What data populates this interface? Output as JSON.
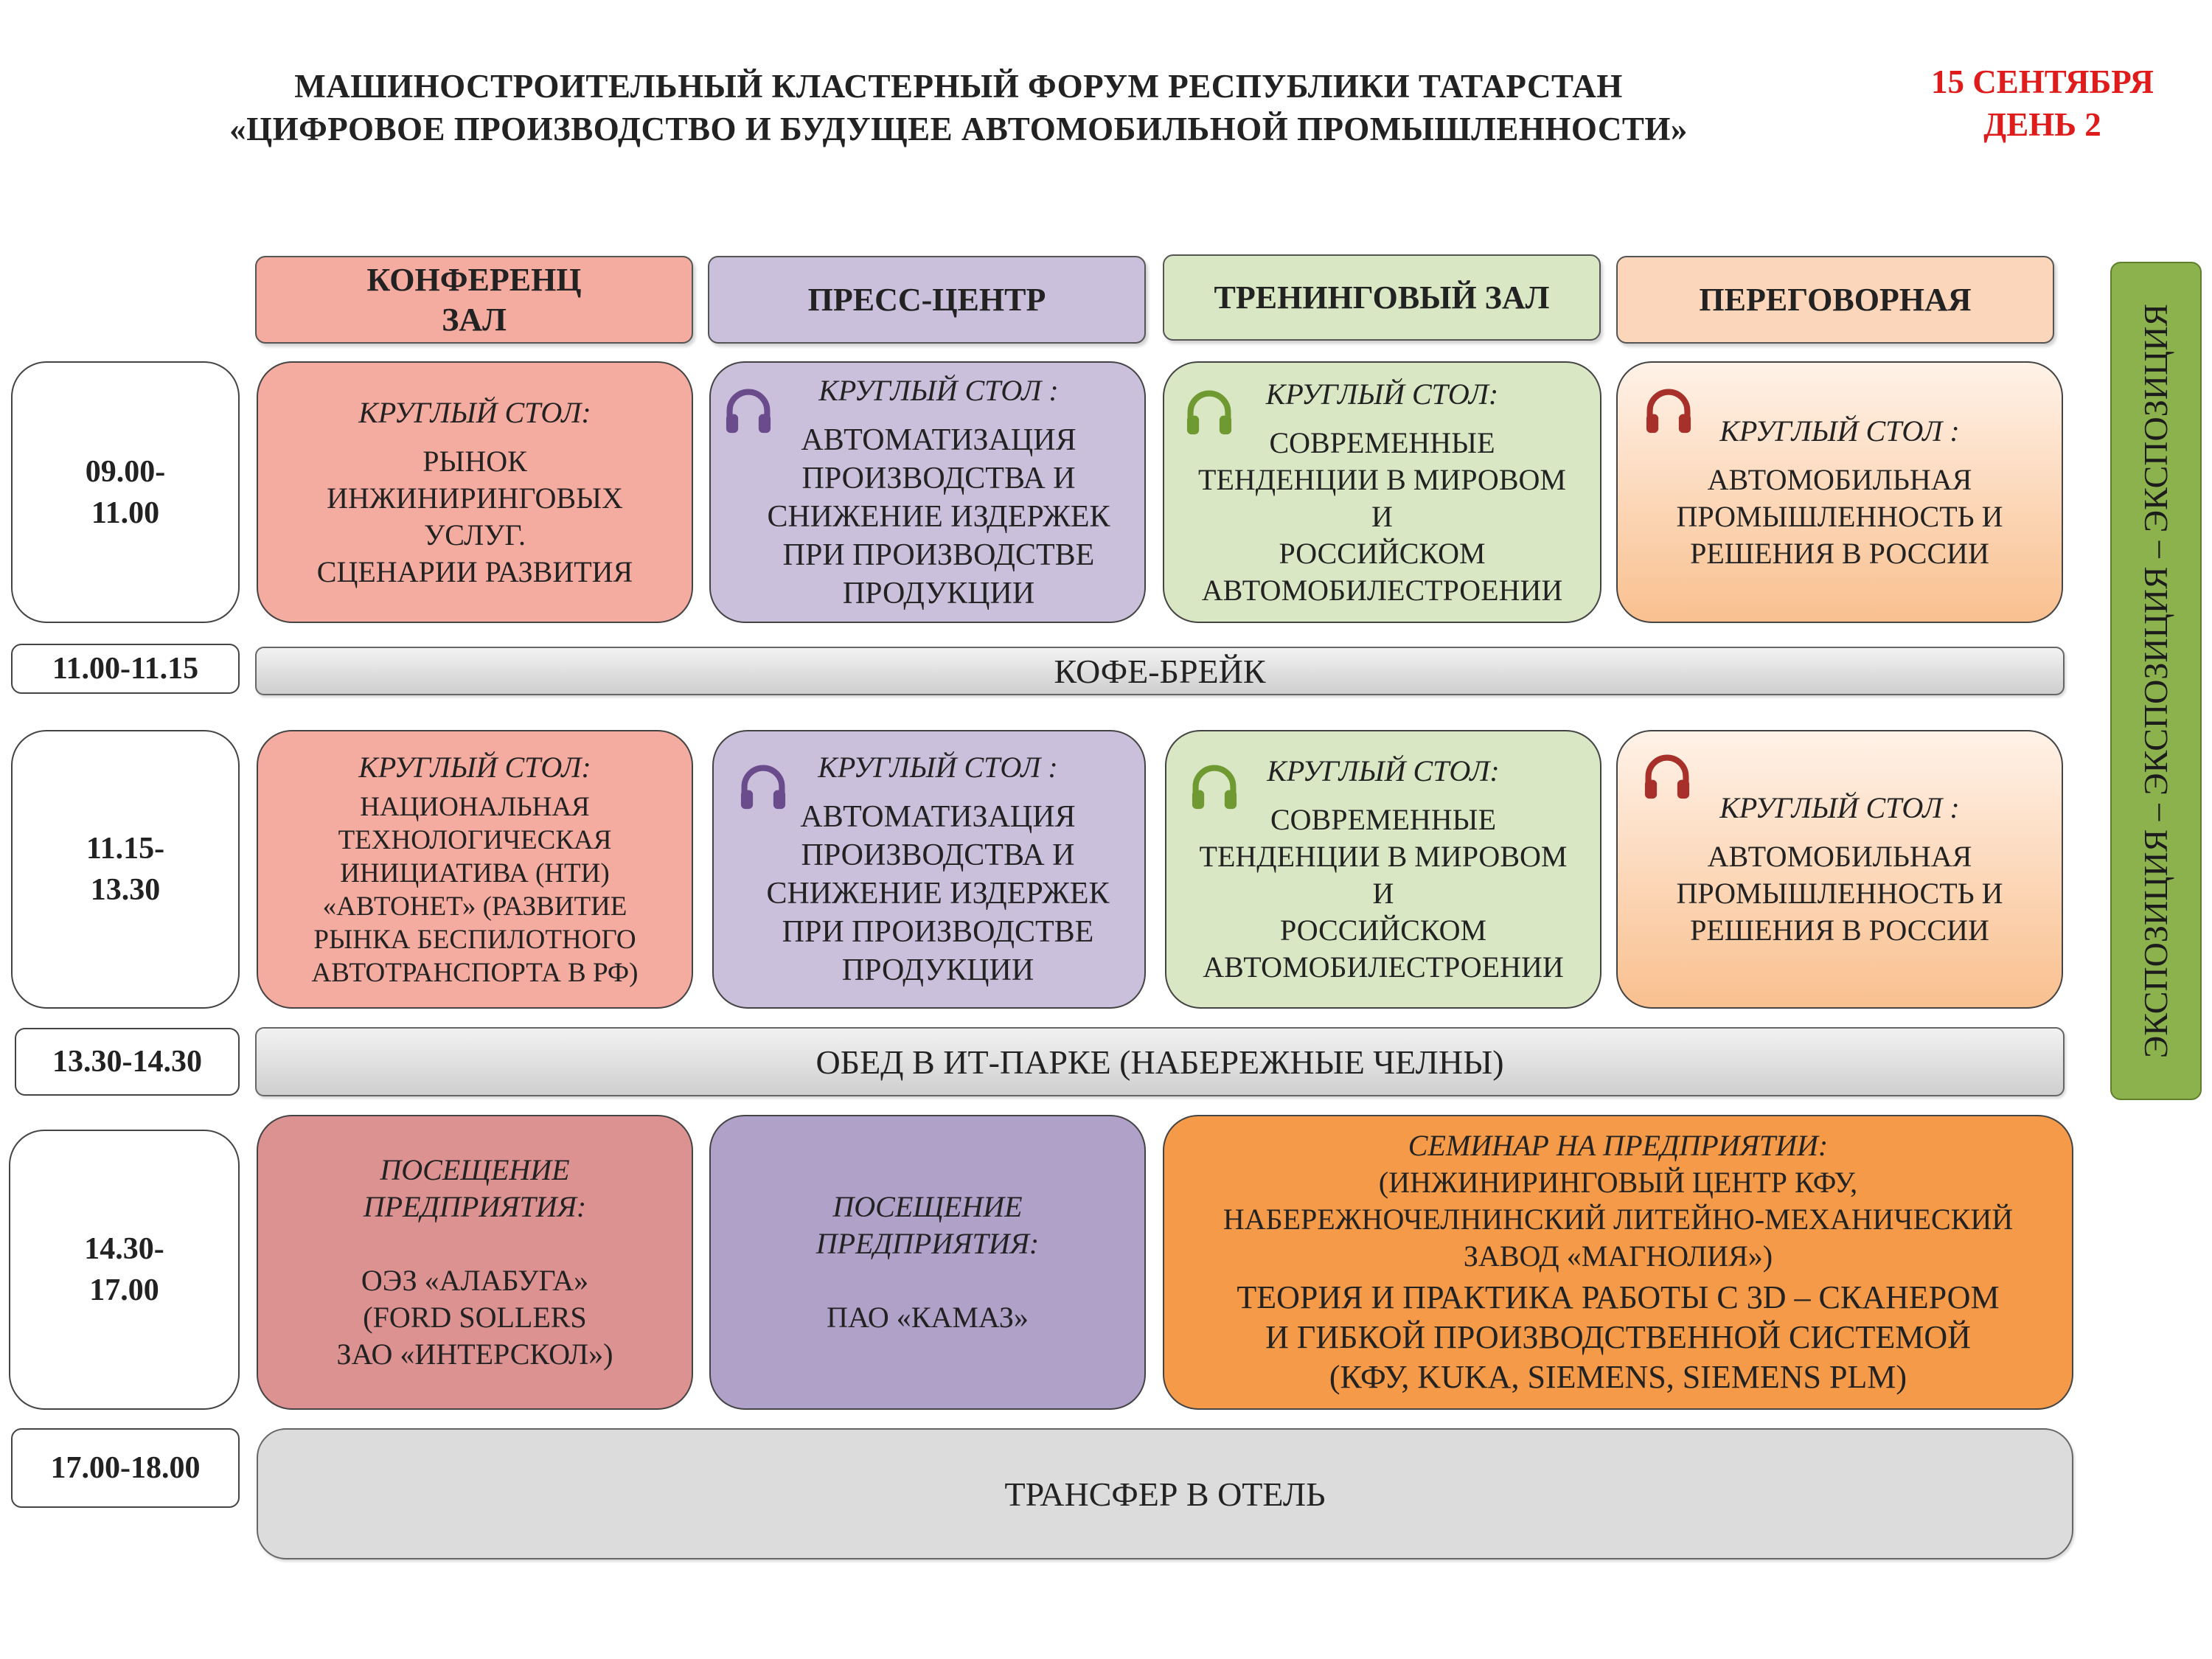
{
  "header": {
    "title_line1": "МАШИНОСТРОИТЕЛЬНЫЙ КЛАСТЕРНЫЙ ФОРУМ РЕСПУБЛИКИ ТАТАРСТАН",
    "title_line2": "«ЦИФРОВОЕ ПРОИЗВОДСТВО И БУДУЩЕЕ АВТОМОБИЛЬНОЙ ПРОМЫШЛЕННОСТИ»",
    "date_line1": "15 СЕНТЯБРЯ",
    "date_line2": "ДЕНЬ 2"
  },
  "halls": [
    {
      "label": "КОНФЕРЕНЦ\nЗАЛ"
    },
    {
      "label": "ПРЕСС-ЦЕНТР"
    },
    {
      "label": "ТРЕНИНГОВЫЙ ЗАЛ"
    },
    {
      "label": "ПЕРЕГОВОРНАЯ"
    }
  ],
  "times": {
    "t1": "09.00-\n11.00",
    "t2": "11.00-11.15",
    "t3": "11.15-\n13.30",
    "t4": "13.30-14.30",
    "t5": "14.30-\n17.00",
    "t6": "17.00-18.00"
  },
  "breaks": {
    "coffee": "КОФЕ-БРЕЙК",
    "lunch": "ОБЕД В ИТ-ПАРКЕ (НАБЕРЕЖНЫЕ ЧЕЛНЫ)",
    "transfer": "ТРАНСФЕР В ОТЕЛЬ"
  },
  "exposition": "ЭКСПОЗИЦИЯ – ЭКСПОЗИЦИЯ – ЭКСПОЗИЦИЯ",
  "session1": {
    "conf": {
      "kind": "КРУГЛЫЙ СТОЛ:",
      "text": "РЫНОК\nИНЖИНИРИНГОВЫХ\nУСЛУГ.\nСЦЕНАРИИ РАЗВИТИЯ"
    },
    "press": {
      "kind": "КРУГЛЫЙ СТОЛ :",
      "text": "АВТОМАТИЗАЦИЯ\nПРОИЗВОДСТВА  И\nСНИЖЕНИЕ ИЗДЕРЖЕК\nПРИ ПРОИЗВОДСТВЕ\nПРОДУКЦИИ"
    },
    "training": {
      "kind": "КРУГЛЫЙ СТОЛ:",
      "text": "СОВРЕМЕННЫЕ\nТЕНДЕНЦИИ В МИРОВОМ\nИ\nРОССИЙСКОМ\nАВТОМОБИЛЕСТРОЕНИИ"
    },
    "meeting": {
      "kind": "КРУГЛЫЙ СТОЛ :",
      "text": "АВТОМОБИЛЬНАЯ\nПРОМЫШЛЕННОСТЬ И\nРЕШЕНИЯ В РОССИИ"
    }
  },
  "session2": {
    "conf": {
      "kind": "КРУГЛЫЙ СТОЛ:",
      "text": "НАЦИОНАЛЬНАЯ\nТЕХНОЛОГИЧЕСКАЯ\nИНИЦИАТИВА (НТИ)\n«АВТОНЕТ» (РАЗВИТИЕ\nРЫНКА БЕСПИЛОТНОГО\nАВТОТРАНСПОРТА В РФ)"
    },
    "press": {
      "kind": "КРУГЛЫЙ СТОЛ :",
      "text": "АВТОМАТИЗАЦИЯ\nПРОИЗВОДСТВА И\nСНИЖЕНИЕ ИЗДЕРЖЕК\nПРИ ПРОИЗВОДСТВЕ\nПРОДУКЦИИ"
    },
    "training": {
      "kind": "КРУГЛЫЙ СТОЛ:",
      "text": "СОВРЕМЕННЫЕ\nТЕНДЕНЦИИ В МИРОВОМ\nИ\nРОССИЙСКОМ\nАВТОМОБИЛЕСТРОЕНИИ"
    },
    "meeting": {
      "kind": "КРУГЛЫЙ СТОЛ :",
      "text": "АВТОМОБИЛЬНАЯ\nПРОМЫШЛЕННОСТЬ И\nРЕШЕНИЯ В РОССИИ"
    }
  },
  "session3": {
    "visit1": {
      "kind": "ПОСЕЩЕНИЕ\nПРЕДПРИЯТИЯ:",
      "text": "ОЭЗ «АЛАБУГА»\n(FORD SOLLERS\nЗАО «ИНТЕРСКОЛ»)"
    },
    "visit2": {
      "kind": "ПОСЕЩЕНИЕ\nПРЕДПРИЯТИЯ:",
      "text": "ПАО «КАМАЗ»"
    },
    "seminar": {
      "kind": "СЕМИНАР НА ПРЕДПРИЯТИИ:",
      "text": "(ИНЖИНИРИНГОВЫЙ ЦЕНТР КФУ,\nНАБЕРЕЖНОЧЕЛНИНСКИЙ ЛИТЕЙНО-МЕХАНИЧЕСКИЙ\nЗАВОД «МАГНОЛИЯ»)",
      "text2": "ТЕОРИЯ И ПРАКТИКА РАБОТЫ С 3D – СКАНЕРОМ\nИ  ГИБКОЙ  ПРОИЗВОДСТВЕННОЙ СИСТЕМОЙ\n(КФУ, KUKA, SIEMENS, SIEMENS PLM)"
    }
  },
  "colors": {
    "date": "#e01b1b",
    "conf": "#f4aba0",
    "press": "#cbc0dc",
    "training": "#d9e7c4",
    "meeting": "#f9c08f",
    "expo": "#8cb24e",
    "icon_press": "#6a4b8c",
    "icon_training": "#6f9a32",
    "icon_meeting": "#a8302a"
  },
  "icons": [
    "headphones-icon"
  ]
}
